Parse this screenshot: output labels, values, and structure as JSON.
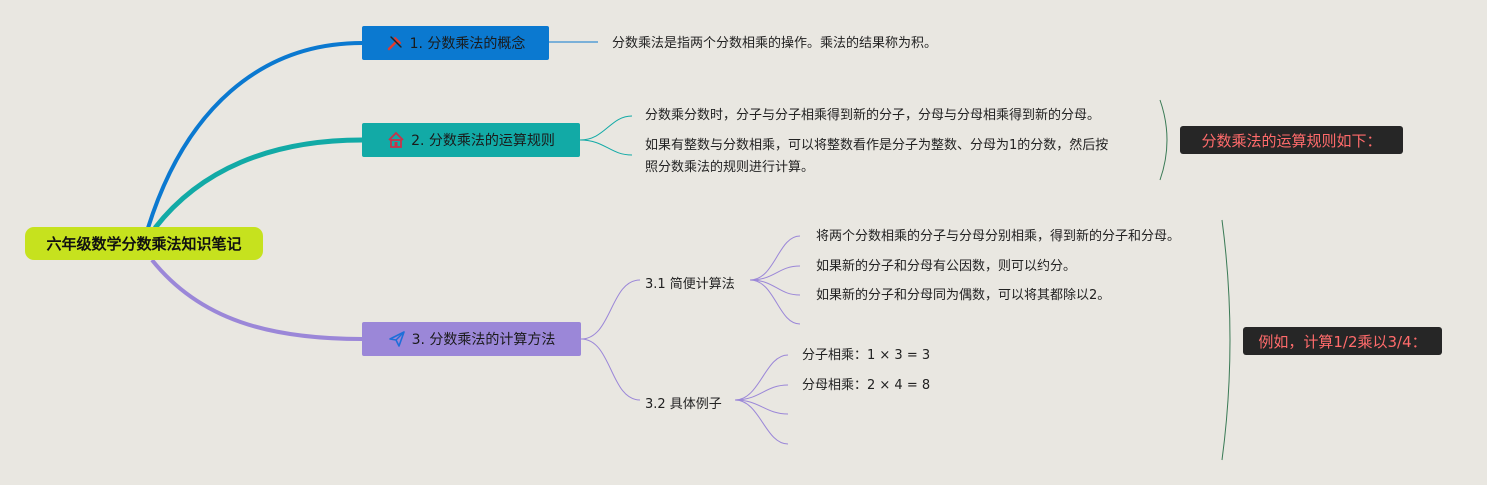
{
  "root": {
    "title": "六年级数学分数乘法知识笔记"
  },
  "branches": [
    {
      "label": "1. 分数乘法的概念",
      "icon": "tools-icon",
      "leaves": [
        "分数乘法是指两个分数相乘的操作。乘法的结果称为积。"
      ]
    },
    {
      "label": "2. 分数乘法的运算规则",
      "icon": "home-icon",
      "leaves": [
        "分数乘分数时，分子与分子相乘得到新的分子，分母与分母相乘得到新的分母。",
        "如果有整数与分数相乘，可以将整数看作是分子为整数、分母为1的分数，然后按",
        "照分数乘法的规则进行计算。"
      ],
      "summary": "分数乘法的运算规则如下："
    },
    {
      "label": "3. 分数乘法的计算方法",
      "icon": "paper-plane-icon",
      "subtopics": [
        {
          "label": "3.1 简便计算法",
          "leaves": [
            "将两个分数相乘的分子与分母分别相乘，得到新的分子和分母。",
            "如果新的分子和分母有公因数，则可以约分。",
            "如果新的分子和分母同为偶数，可以将其都除以2。"
          ]
        },
        {
          "label": "3.2 具体例子",
          "leaves": [
            "分子相乘：1 × 3 = 3",
            "分母相乘：2 × 4 = 8"
          ]
        }
      ],
      "summary": "例如，计算1/2乘以3/4："
    }
  ],
  "colors": {
    "background": "#e9e7e1",
    "root": "#c6e21e",
    "branch1": "#0b79d0",
    "branch2": "#12aaa6",
    "branch3": "#9b87d8",
    "summary_bg": "#262626",
    "summary_text": "#ff6b6b",
    "bracket": "#3a7a55"
  }
}
